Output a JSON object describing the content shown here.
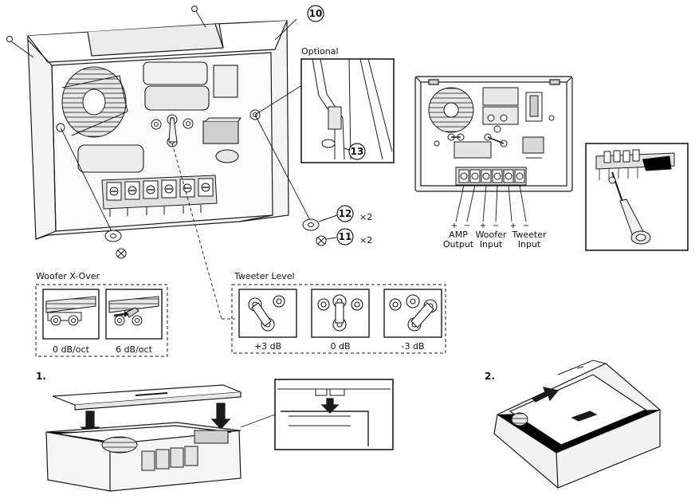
{
  "callouts": {
    "c10": "10",
    "c11": "11",
    "c12": "12",
    "c13": "13",
    "x2_a": "×2",
    "x2_b": "×2"
  },
  "optional_label": "Optional",
  "woofer_xover": {
    "title": "Woofer X-Over",
    "options": [
      "0 dB/oct",
      "6 dB/oct"
    ]
  },
  "tweeter_level": {
    "title": "Tweeter Level",
    "options": [
      "+3 dB",
      "0 dB",
      "-3 dB"
    ]
  },
  "terminals": {
    "amp": {
      "line1": "AMP",
      "line2": "Output"
    },
    "woofer": {
      "line1": "Woofer",
      "line2": "Input"
    },
    "tweeter": {
      "line1": "Tweeter",
      "line2": "Input"
    },
    "polarity": [
      "+",
      "−",
      "+",
      "−",
      "+",
      "−"
    ]
  },
  "steps": {
    "one": "1.",
    "two": "2."
  },
  "colors": {
    "line": "#1a1a1a",
    "fill_light": "#f2f2f2",
    "fill_mid": "#d9d9d9",
    "fill_dark": "#9a9a9a"
  }
}
